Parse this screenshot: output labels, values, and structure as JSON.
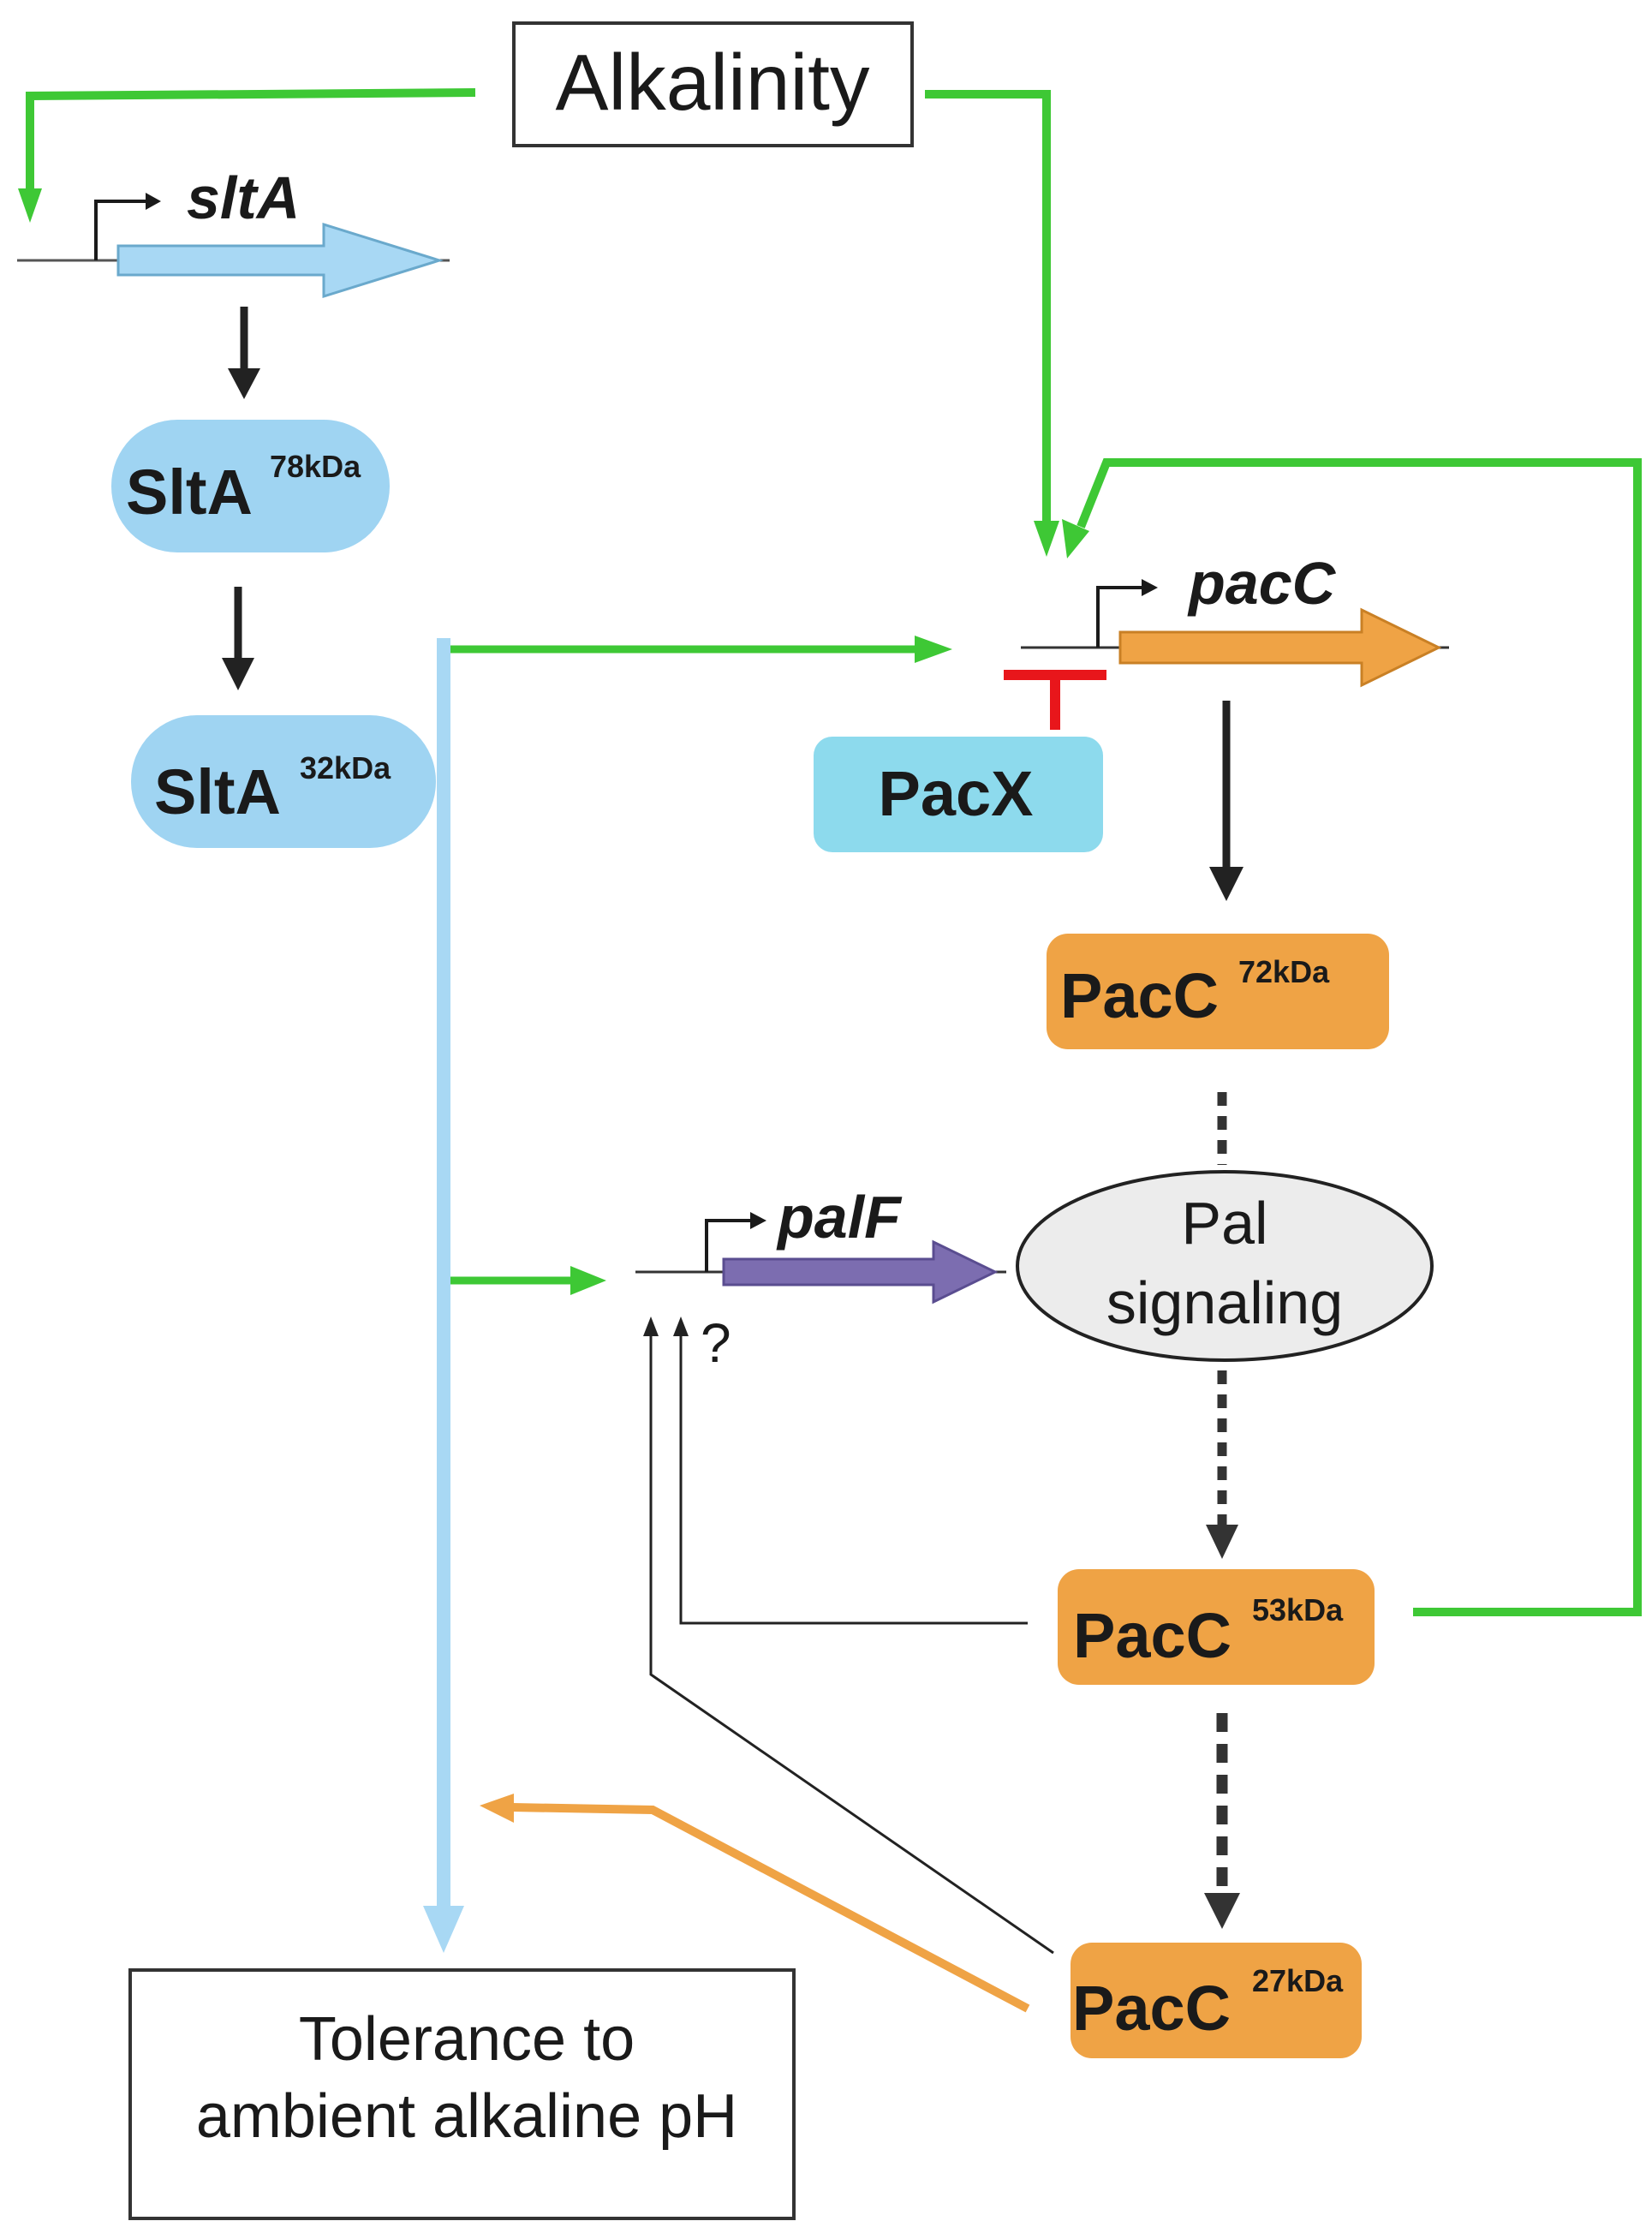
{
  "colors": {
    "activation": "#3ec835",
    "repression": "#e8161b",
    "sltA_protein": "#9fd4f2",
    "sltA_pathway": "#a8d8f4",
    "pacX": "#8ddaed",
    "pacC": "#efa345",
    "palF_gene": "#7c6db0",
    "pal_signaling_fill": "#ececec",
    "black_arrow": "#222222"
  },
  "stimulus": {
    "label": "Alkalinity"
  },
  "genes": {
    "sltA": "sltA",
    "pacC": "pacC",
    "palF": "palF"
  },
  "proteins": {
    "sltA_78": {
      "name": "SltA",
      "size": "78kDa"
    },
    "sltA_32": {
      "name": "SltA",
      "size": "32kDa"
    },
    "pacX": {
      "name": "PacX"
    },
    "pacC_72": {
      "name": "PacC",
      "size": "72kDa"
    },
    "pacC_53": {
      "name": "PacC",
      "size": "53kDa"
    },
    "pacC_27": {
      "name": "PacC",
      "size": "27kDa"
    }
  },
  "pal_signaling": {
    "line1": "Pal",
    "line2": "signaling"
  },
  "unknown_mark": "?",
  "outcome": {
    "line1": "Tolerance to",
    "line2": "ambient alkaline pH"
  }
}
